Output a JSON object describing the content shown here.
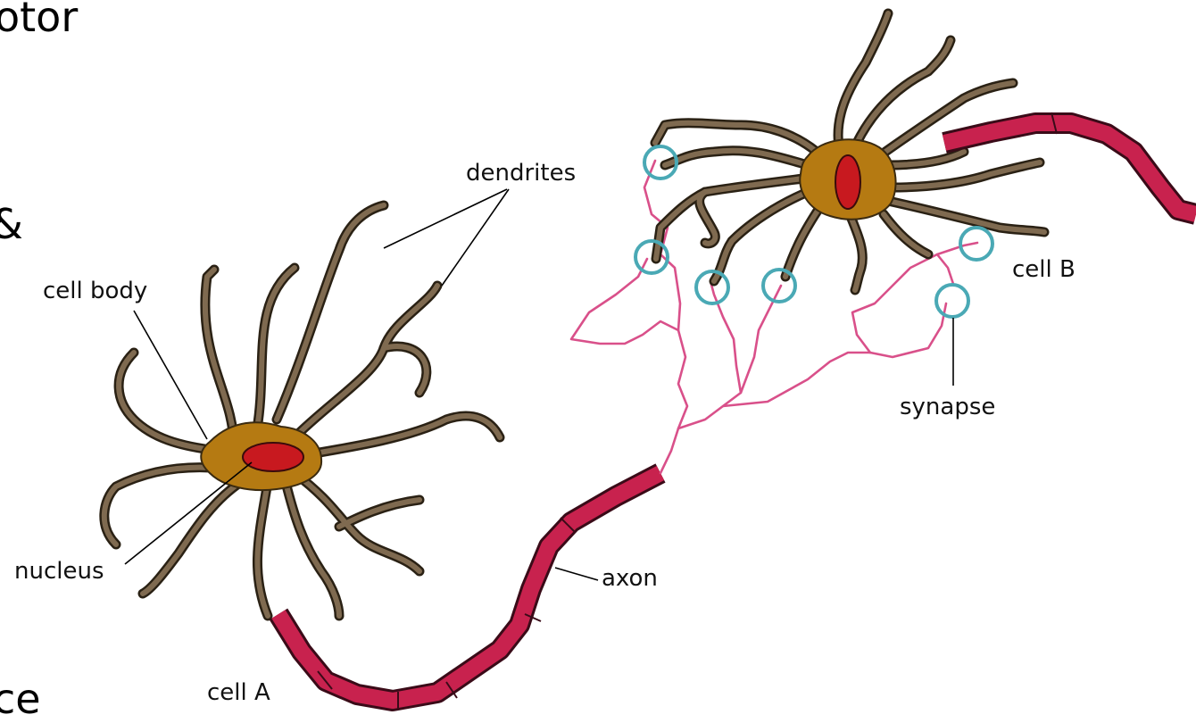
{
  "edge_text": {
    "top": "otor",
    "middle": "&",
    "bottom": "ce"
  },
  "labels": {
    "dendrites": "dendrites",
    "cell_body": "cell body",
    "nucleus": "nucleus",
    "axon": "axon",
    "cell_a": "cell A",
    "cell_b": "cell B",
    "synapse": "synapse"
  },
  "colors": {
    "cell_body": "#b57a12",
    "dendrite": "#7f6a50",
    "nucleus": "#c8191f",
    "axon": "#c8224e",
    "axon_terminal": "#d9508a",
    "synapse": "#4aa9b5"
  }
}
